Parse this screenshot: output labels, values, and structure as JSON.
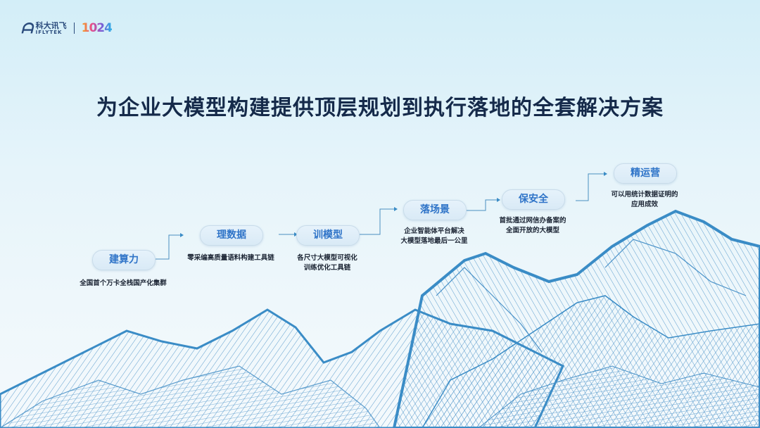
{
  "logo": {
    "brand_cn": "科大讯飞",
    "brand_en": "IFLYTEK",
    "event": "1024"
  },
  "title": "为企业大模型构建提供顶层规划到执行落地的全套解决方案",
  "steps": [
    {
      "label": "建算力",
      "desc": [
        "全国首个万卡全栈国产化集群"
      ]
    },
    {
      "label": "理数据",
      "desc": [
        "零采编高质量语料构建工具链"
      ]
    },
    {
      "label": "训模型",
      "desc": [
        "各尺寸大模型可视化",
        "训练优化工具链"
      ]
    },
    {
      "label": "落场景",
      "desc": [
        "企业智能体平台解决",
        "大模型落地最后一公里"
      ]
    },
    {
      "label": "保安全",
      "desc": [
        "首批通过网信办备案的",
        "全面开放的大模型"
      ]
    },
    {
      "label": "精运营",
      "desc": [
        "可以用统计数据证明的",
        "应用成效"
      ]
    }
  ],
  "colors": {
    "accent": "#2f74c8",
    "mountain": "#3a8cc6",
    "title": "#152a4a"
  }
}
